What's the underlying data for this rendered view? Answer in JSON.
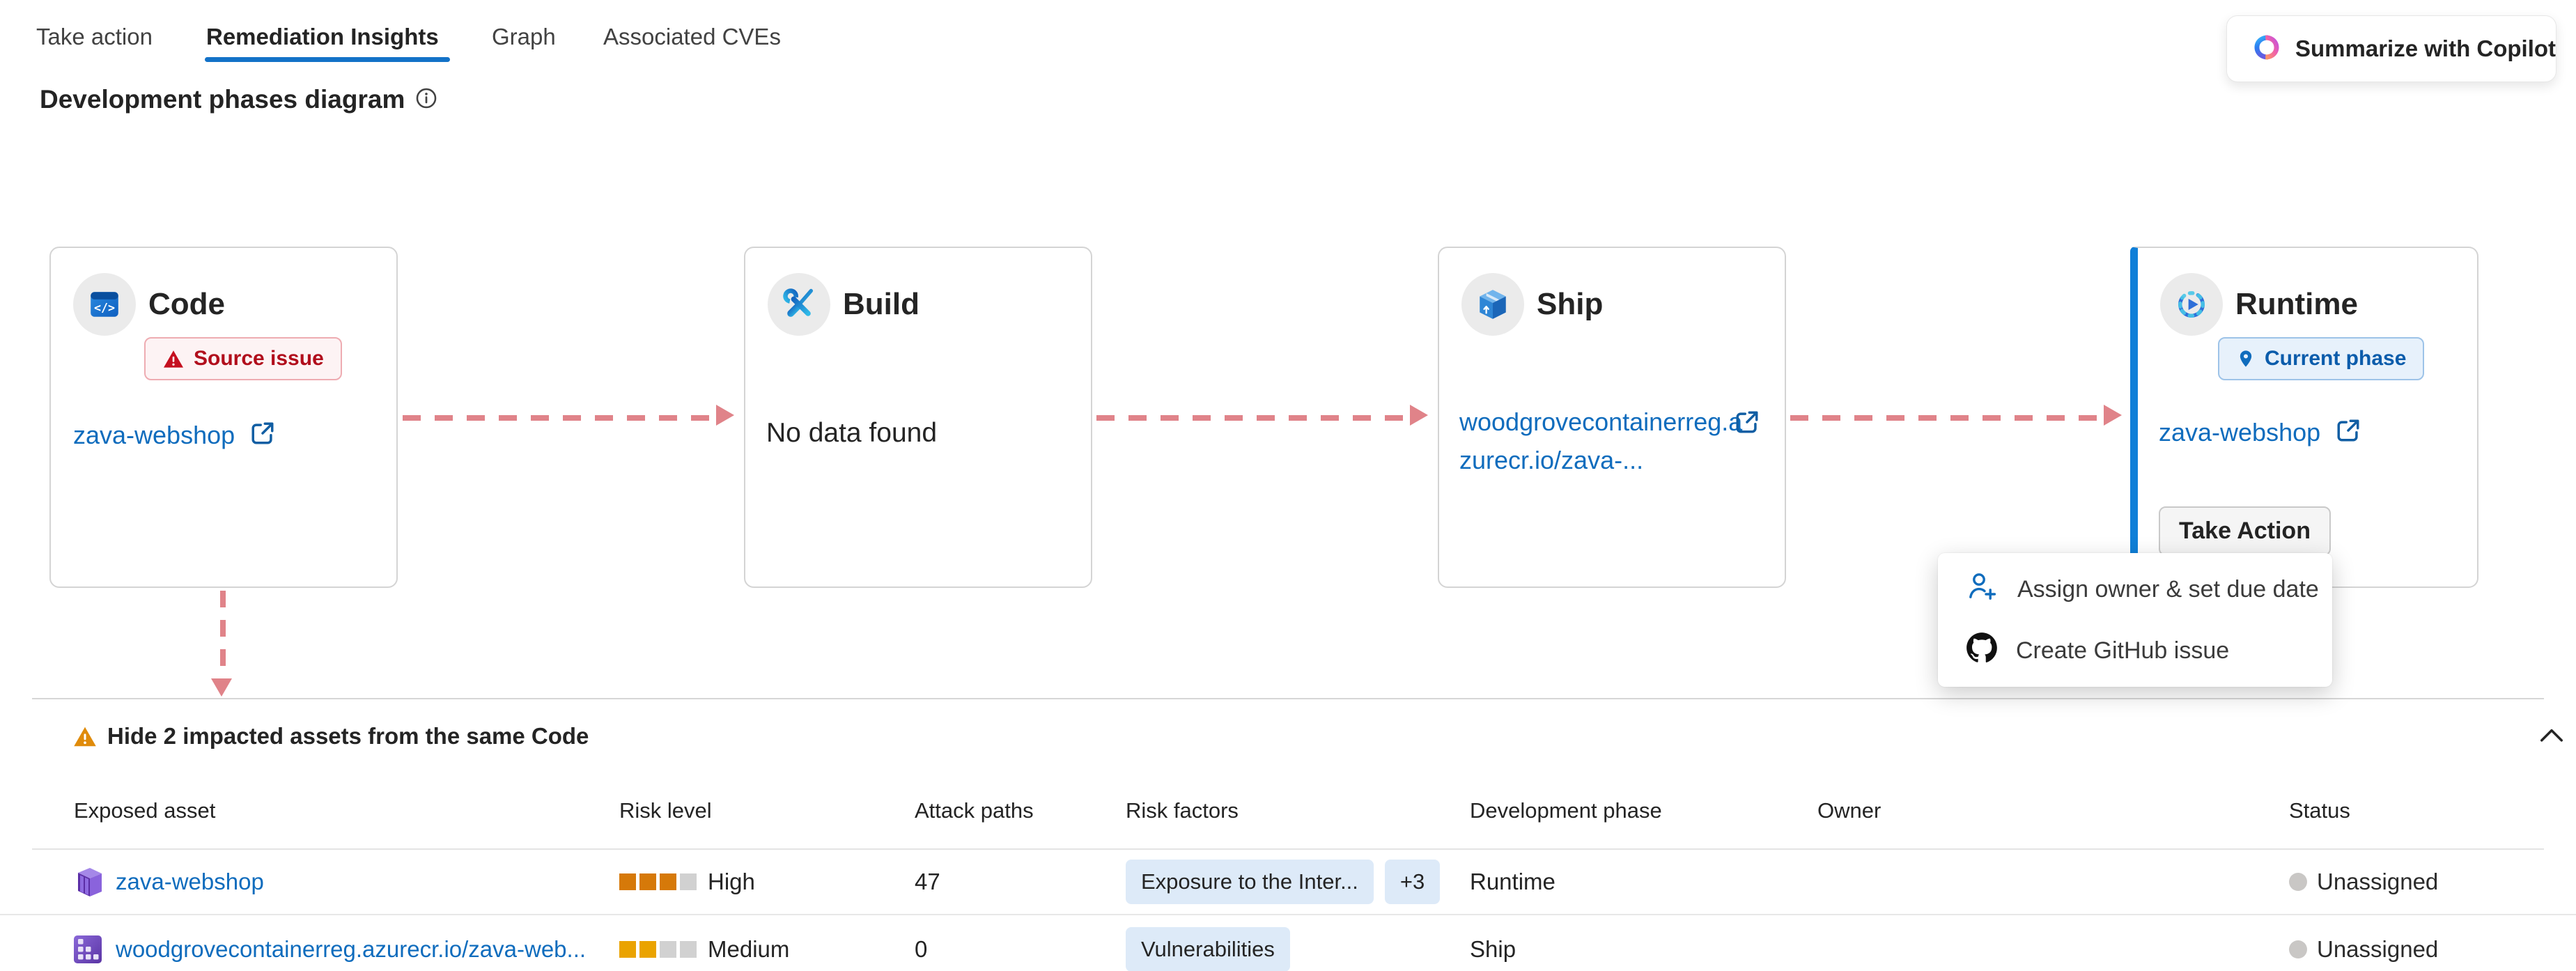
{
  "tabs": [
    {
      "label": "Take action",
      "active": false
    },
    {
      "label": "Remediation Insights",
      "active": true
    },
    {
      "label": "Graph",
      "active": false
    },
    {
      "label": "Associated CVEs",
      "active": false
    }
  ],
  "copilot_button": {
    "label": "Summarize with Copilot",
    "icon": "copilot-icon"
  },
  "heading": {
    "title": "Development phases diagram",
    "icon": "info-icon"
  },
  "phases": [
    {
      "name": "Code",
      "icon": "code-icon",
      "badge": "Source issue",
      "link": "zava-webshop"
    },
    {
      "name": "Build",
      "icon": "build-icon",
      "empty_text": "No data found"
    },
    {
      "name": "Ship",
      "icon": "ship-icon",
      "link_line1": "woodgrovecontainerreg.a",
      "link_line2": "zurecr.io/zava-..."
    },
    {
      "name": "Runtime",
      "icon": "runtime-icon",
      "badge": "Current phase",
      "link": "zava-webshop",
      "action_button": "Take Action"
    }
  ],
  "context_menu": {
    "items": [
      {
        "label": "Assign owner & set due date",
        "icon": "person-add-icon"
      },
      {
        "label": "Create GitHub issue",
        "icon": "github-icon"
      }
    ]
  },
  "impacted_section": {
    "title": "Hide 2 impacted assets from the same Code",
    "icon": "warning-icon",
    "collapse_icon": "chevron-up-icon"
  },
  "table": {
    "columns": [
      "Exposed asset",
      "Risk level",
      "Attack paths",
      "Risk factors",
      "Development phase",
      "Owner",
      "Status"
    ],
    "rows": [
      {
        "asset": "zava-webshop",
        "asset_icon": "container-app-icon",
        "risk_level": "High",
        "risk_filled": 3,
        "attack_paths": "47",
        "risk_factors": [
          "Exposure to the Inter...",
          "+3"
        ],
        "development_phase": "Runtime",
        "owner": "",
        "status": "Unassigned"
      },
      {
        "asset": "woodgrovecontainerreg.azurecr.io/zava-web...",
        "asset_icon": "container-registry-icon",
        "risk_level": "Medium",
        "risk_filled": 2,
        "attack_paths": "0",
        "risk_factors": [
          "Vulnerabilities"
        ],
        "development_phase": "Ship",
        "owner": "",
        "status": "Unassigned"
      }
    ]
  },
  "colors": {
    "accent_blue": "#0f6cbd",
    "tab_underline": "#1372c8",
    "current_phase_bar": "#0f7fd8",
    "arrow_dashed": "#e08389",
    "source_issue_text": "#b10e1c",
    "severity_high": "#d67909",
    "severity_medium": "#eaa300",
    "severity_empty": "#d1d1d1",
    "pill_bg": "#ddeaf8",
    "warning_orange": "#e08b0b"
  }
}
